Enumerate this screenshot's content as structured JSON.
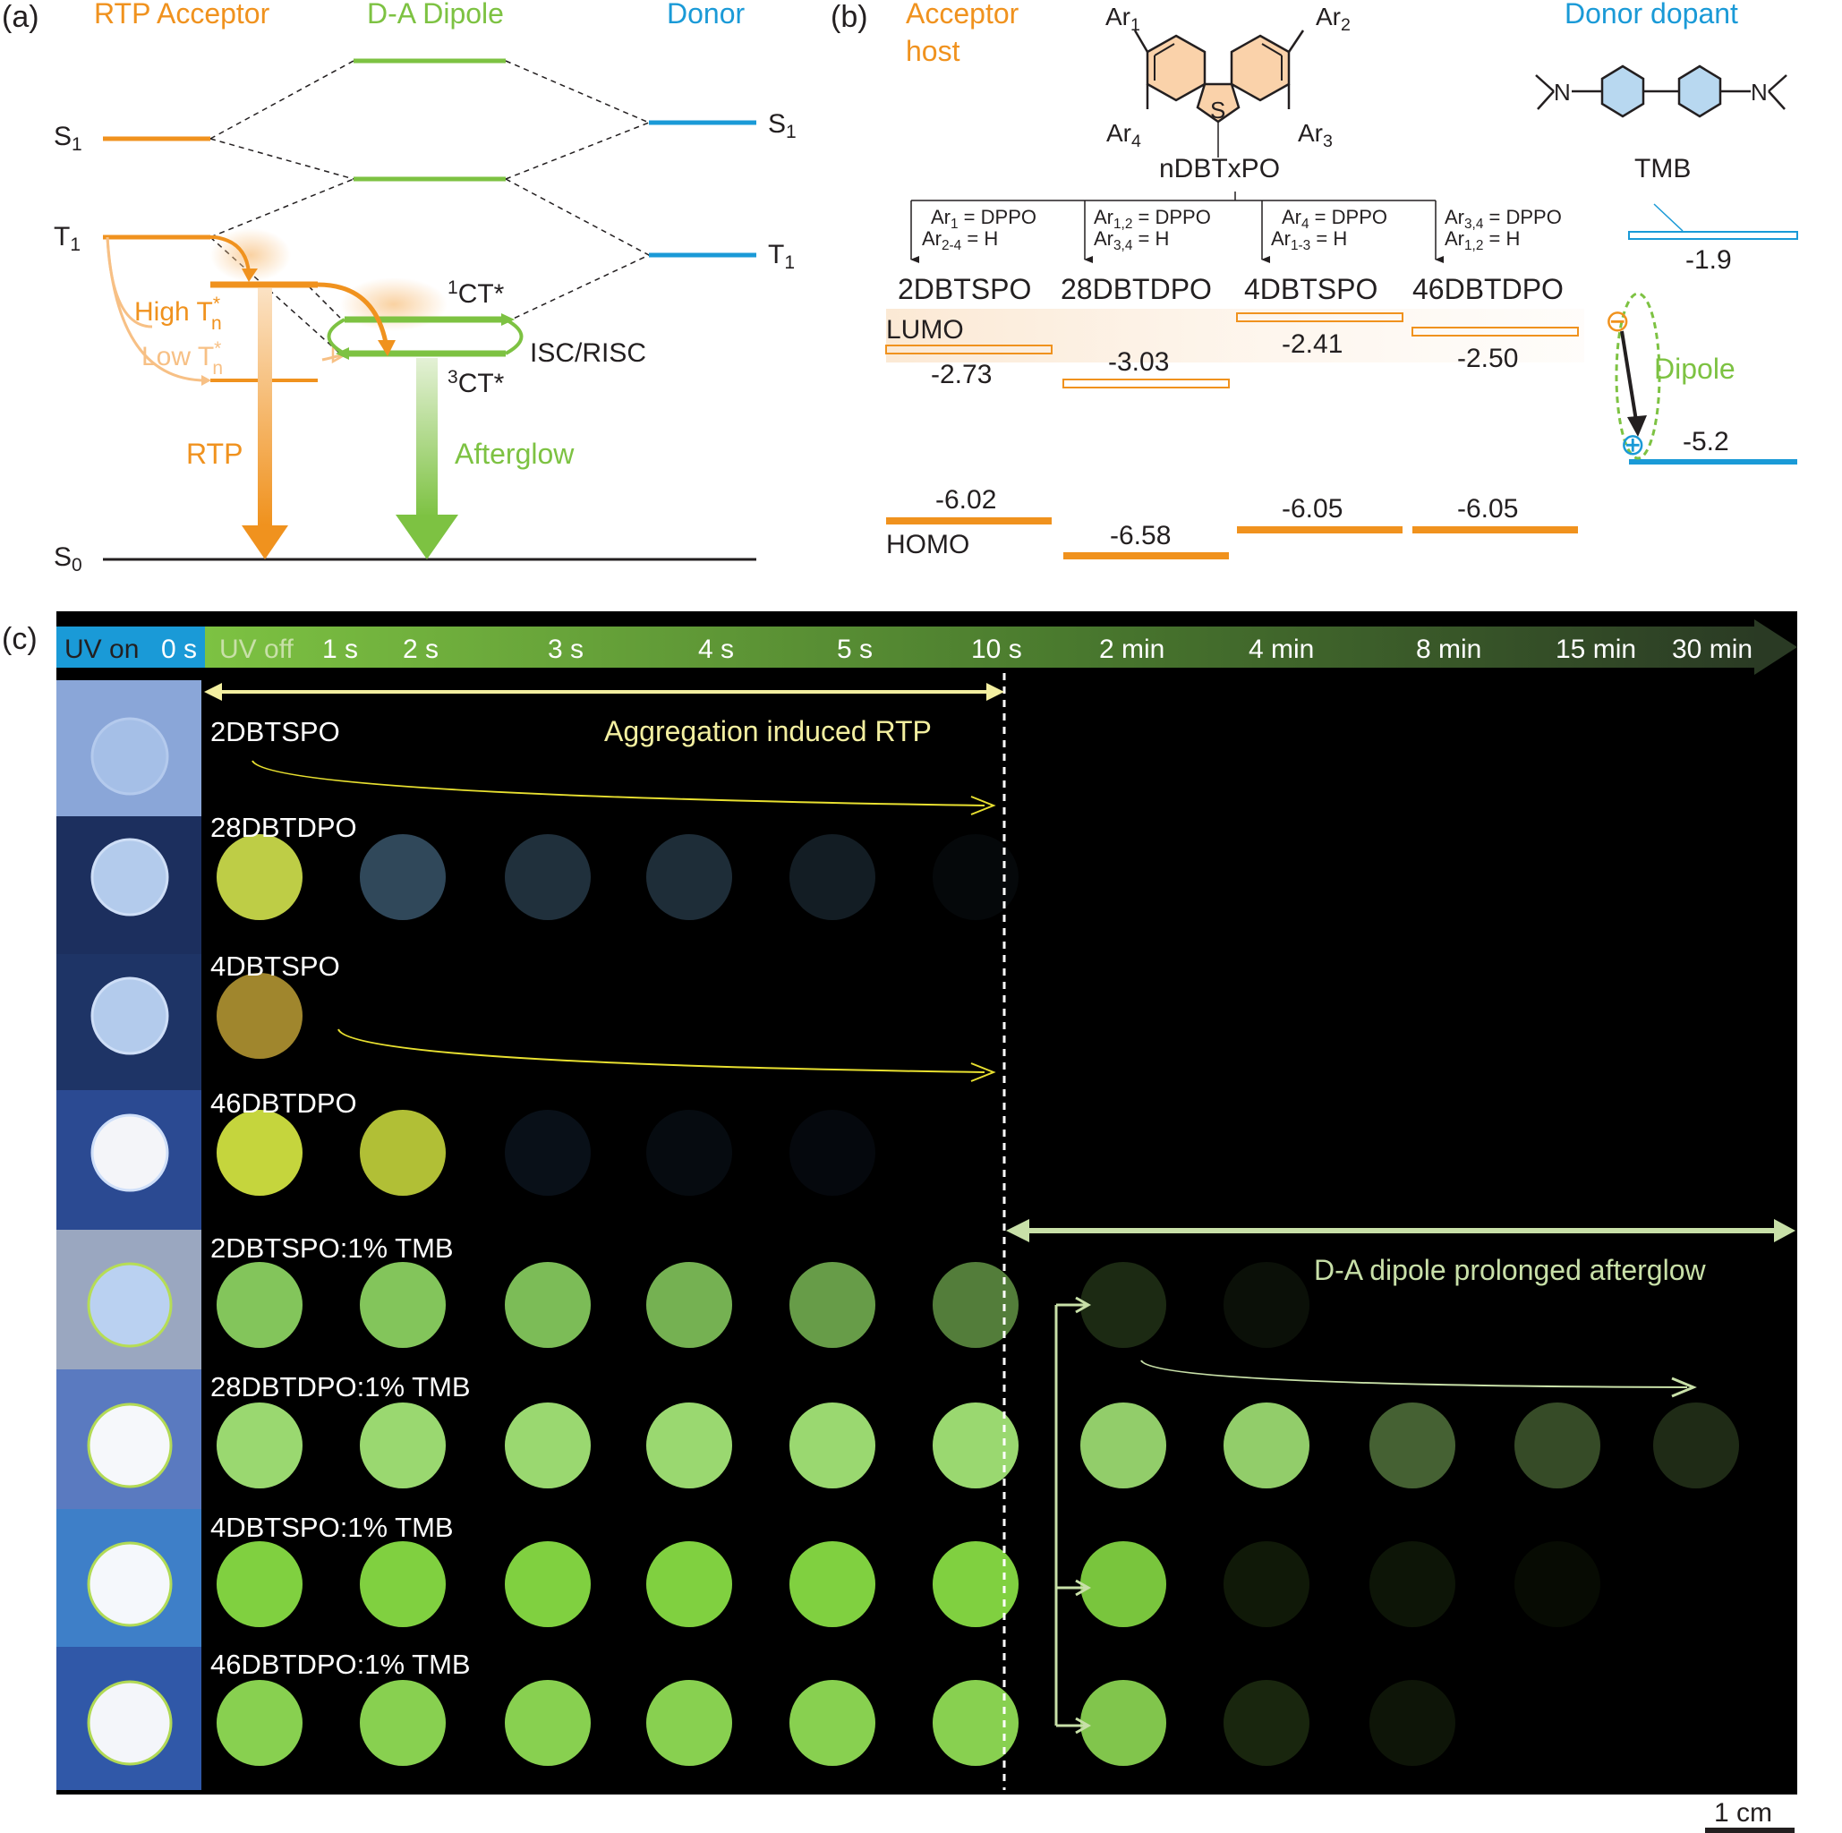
{
  "colors": {
    "orange": "#f0921e",
    "green": "#7dc242",
    "blue": "#1a9ad7",
    "black": "#231f20",
    "pale_yellow": "#f3efa0",
    "pale_green": "#c8e0a8",
    "yellow_arrow": "#e8e030"
  },
  "panel_a": {
    "label": "(a)",
    "headers": {
      "acceptor": "RTP Acceptor",
      "dipole": "D-A Dipole",
      "donor": "Donor"
    },
    "levels": {
      "s1_left": "S",
      "s1_left_sub": "1",
      "t1_left": "T",
      "t1_left_sub": "1",
      "s1_right": "S",
      "s1_right_sub": "1",
      "t1_right": "T",
      "t1_right_sub": "1",
      "s0": "S",
      "s0_sub": "0"
    },
    "states": {
      "high_tn": "High T",
      "low_tn": "Low T",
      "tn_sup": "*",
      "tn_sub": "n",
      "ct1_sup": "1",
      "ct1": "CT*",
      "ct3_sup": "3",
      "ct3": "CT*",
      "isc_risc": "ISC/RISC"
    },
    "emissions": {
      "rtp": "RTP",
      "afterglow": "Afterglow"
    }
  },
  "panel_b": {
    "label": "(b)",
    "acceptor_host": [
      "Acceptor",
      "host"
    ],
    "donor_dopant": "Donor dopant",
    "molecule": {
      "ar1": "Ar",
      "ar1_sub": "1",
      "ar2": "Ar",
      "ar2_sub": "2",
      "ar3": "Ar",
      "ar3_sub": "3",
      "ar4": "Ar",
      "ar4_sub": "4",
      "sulfur": "S",
      "name": "nDBTxPO"
    },
    "tmb": {
      "n_left": "N",
      "n_right": "N",
      "name": "TMB"
    },
    "substitutions": [
      {
        "l1": "Ar",
        "s1": "1",
        "r1": " = DPPO",
        "l2": "Ar",
        "s2": "2-4",
        "r2": " = H"
      },
      {
        "l1": "Ar",
        "s1": "1,2",
        "r1": " = DPPO",
        "l2": "Ar",
        "s2": "3,4",
        "r2": " = H"
      },
      {
        "l1": "Ar",
        "s1": "4",
        "r1": " = DPPO",
        "l2": "Ar",
        "s2": "1-3",
        "r2": " = H"
      },
      {
        "l1": "Ar",
        "s1": "3,4",
        "r1": " = DPPO",
        "l2": "Ar",
        "s2": "1,2",
        "r2": " = H"
      }
    ],
    "compounds": [
      "2DBTSPO",
      "28DBTDPO",
      "4DBTSPO",
      "46DBTDPO"
    ],
    "lumo_label": "LUMO",
    "homo_label": "HOMO",
    "lumo_values": [
      "-2.73",
      "-3.03",
      "-2.41",
      "-2.50"
    ],
    "homo_values": [
      "-6.02",
      "-6.58",
      "-6.05",
      "-6.05"
    ],
    "donor_lumo": "-1.9",
    "donor_homo": "-5.2",
    "dipole_label": "Dipole",
    "minus_sign": "⊖",
    "plus_sign": "⊕"
  },
  "panel_c": {
    "label": "(c)",
    "timeline": {
      "uv_on": "UV on",
      "t0": "0 s",
      "uv_off": "UV off",
      "times": [
        "1 s",
        "2 s",
        "3 s",
        "4 s",
        "5 s",
        "10 s",
        "2 min",
        "4 min",
        "8 min",
        "15 min",
        "30 min"
      ]
    },
    "rows": [
      "2DBTSPO",
      "28DBTDPO",
      "4DBTSPO",
      "46DBTDPO",
      "2DBTSPO:1% TMB",
      "28DBTDPO:1% TMB",
      "4DBTSPO:1% TMB",
      "46DBTDPO:1% TMB"
    ],
    "annotation_rtp": "Aggregation induced RTP",
    "annotation_afterglow": "D-A dipole prolonged afterglow",
    "scale_bar": "1 cm"
  }
}
